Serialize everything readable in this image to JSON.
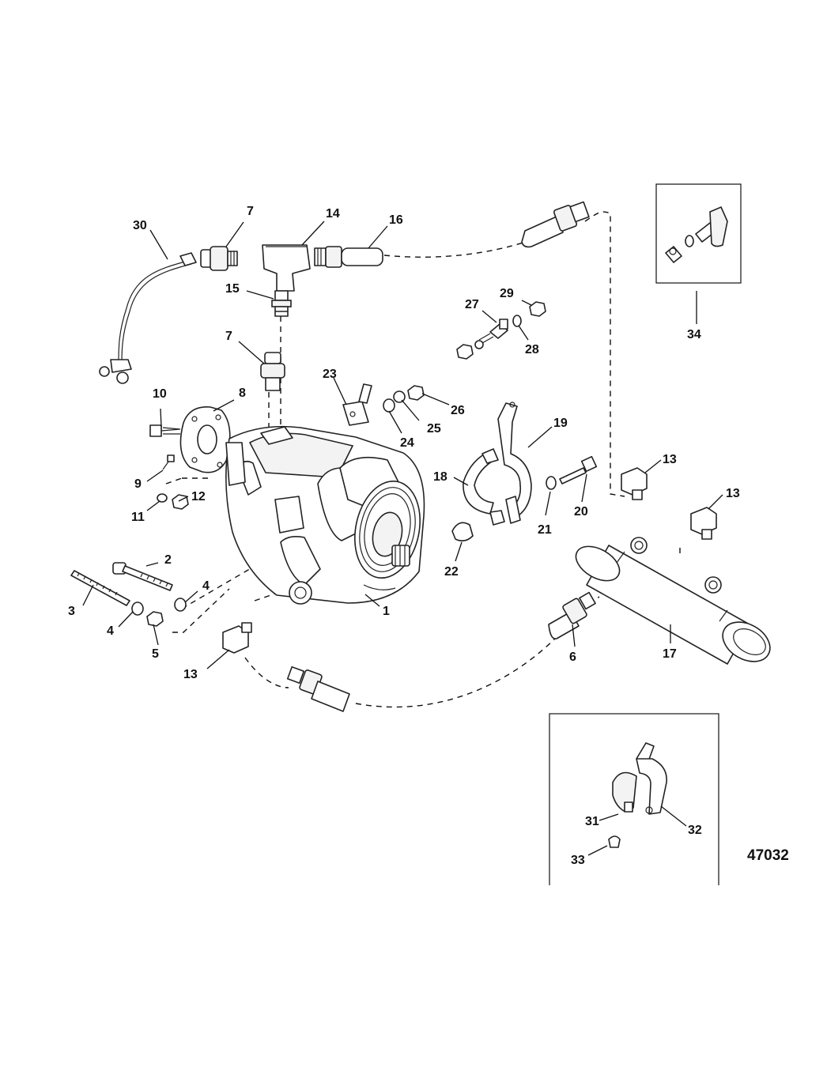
{
  "figure_number": "47032",
  "callouts": {
    "c1": "1",
    "c2": "2",
    "c3": "3",
    "c4a": "4",
    "c4b": "4",
    "c5": "5",
    "c6": "6",
    "c7a": "7",
    "c7b": "7",
    "c8": "8",
    "c9": "9",
    "c10": "10",
    "c11": "11",
    "c12": "12",
    "c13a": "13",
    "c13b": "13",
    "c13c": "13",
    "c14": "14",
    "c15": "15",
    "c16": "16",
    "c17": "17",
    "c18": "18",
    "c19": "19",
    "c20": "20",
    "c21": "21",
    "c22": "22",
    "c23": "23",
    "c24": "24",
    "c25": "25",
    "c26": "26",
    "c27": "27",
    "c28": "28",
    "c29": "29",
    "c30": "30",
    "c31": "31",
    "c32": "32",
    "c33": "33",
    "c34": "34"
  }
}
